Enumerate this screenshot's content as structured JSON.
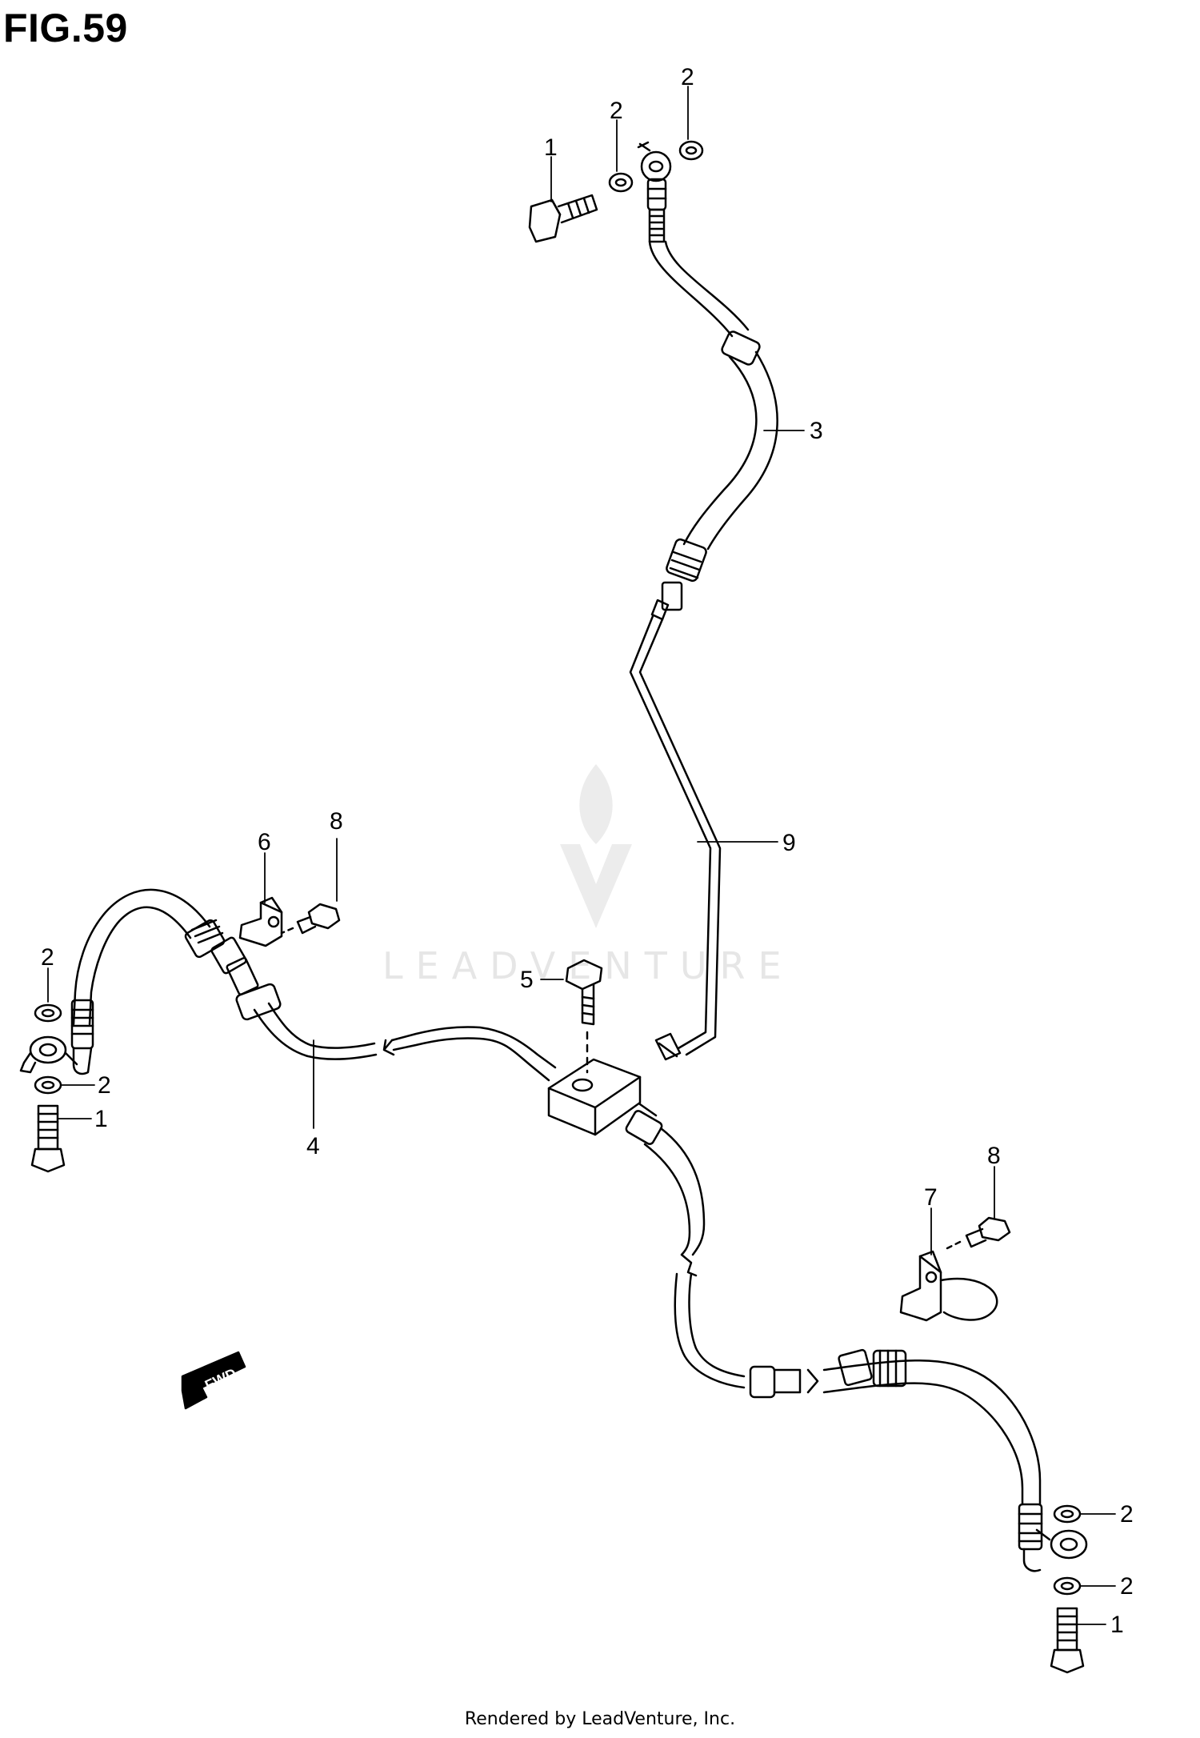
{
  "figure": {
    "title": "FIG.59"
  },
  "watermark": {
    "text": "LEADVENTURE"
  },
  "footer": {
    "text": "Rendered by LeadVenture, Inc."
  },
  "fwd_arrow": {
    "text": "FWD"
  },
  "callouts": [
    "1",
    "2",
    "2",
    "3",
    "9",
    "6",
    "8",
    "2",
    "2",
    "1",
    "4",
    "5",
    "7",
    "8",
    "2",
    "2",
    "1"
  ],
  "colors": {
    "line": "#000000",
    "watermark": "#e6e6e6",
    "background": "#ffffff"
  }
}
